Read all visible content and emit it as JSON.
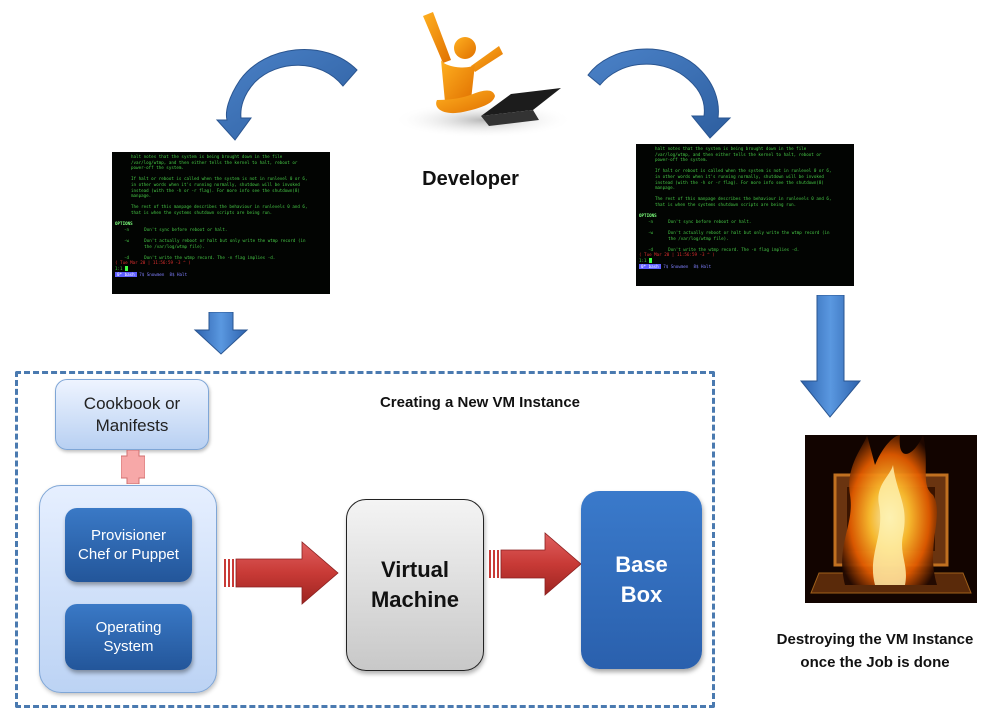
{
  "developer": {
    "label": "Developer",
    "icon": "person-with-laptop-icon"
  },
  "terminal": {
    "lines": [
      {
        "text": "halt notes that the system is being brought down in the file",
        "cls": "ind"
      },
      {
        "text": "/var/log/wtmp, and then either tells the kernel to halt, reboot or",
        "cls": "ind"
      },
      {
        "text": "power-off the system.",
        "cls": "ind"
      },
      {
        "text": "",
        "cls": ""
      },
      {
        "text": "If halt or reboot is called when the system is not in runlevel 0 or 6,",
        "cls": "ind"
      },
      {
        "text": "in other words when it's running normally, shutdown will be invoked",
        "cls": "ind"
      },
      {
        "text": "instead (with the -h or -r flag). For more info see the shutdown(8)",
        "cls": "ind"
      },
      {
        "text": "manpage.",
        "cls": "ind"
      },
      {
        "text": "",
        "cls": ""
      },
      {
        "text": "The rest of this manpage describes the behaviour in runlevels 0 and 6,",
        "cls": "ind"
      },
      {
        "text": "that is when the systems shutdown scripts are being run.",
        "cls": "ind"
      },
      {
        "text": "",
        "cls": ""
      },
      {
        "text": "OPTIONS",
        "cls": "hd"
      },
      {
        "text": "-n      Don't sync before reboot or halt.",
        "cls": "opt"
      },
      {
        "text": "",
        "cls": ""
      },
      {
        "text": "-w      Don't actually reboot or halt but only write the wtmp record (in",
        "cls": "opt"
      },
      {
        "text": "        the /var/log/wtmp file).",
        "cls": "opt"
      },
      {
        "text": "",
        "cls": ""
      },
      {
        "text": "-d      Don't write the wtmp record. The -n flag implies -d.",
        "cls": "opt"
      },
      {
        "text": "",
        "cls": ""
      },
      {
        "text": "( Tue Mar 20 | 11:56:59 -3 ^ )",
        "cls": "red"
      },
      {
        "text": "1:1 ",
        "cls": ""
      }
    ],
    "status_tab": "0* bash",
    "status_rest": "7$ Snowmen  8$ Halt"
  },
  "frame": {
    "title": "Creating a New VM Instance"
  },
  "cookbook": {
    "line1": "Cookbook or",
    "line2": "Manifests"
  },
  "provisioner": {
    "line1": "Provisioner",
    "line2": "Chef or Puppet"
  },
  "os": {
    "line1": "Operating",
    "line2": "System"
  },
  "vm": {
    "line1": "Virtual",
    "line2": "Machine"
  },
  "basebox": {
    "line1": "Base",
    "line2": "Box"
  },
  "destroy": {
    "line1": "Destroying the VM Instance",
    "line2": "once the Job is done",
    "icon": "burning-computer-icon"
  },
  "colors": {
    "blue_arrow": "#3a6fb8",
    "red_arrow": "#c83a36",
    "frame_dash": "#4a7ab0",
    "base_box": "#2f68b8",
    "inner_box": "#2e66ae",
    "terminal_text": "#46c846"
  }
}
